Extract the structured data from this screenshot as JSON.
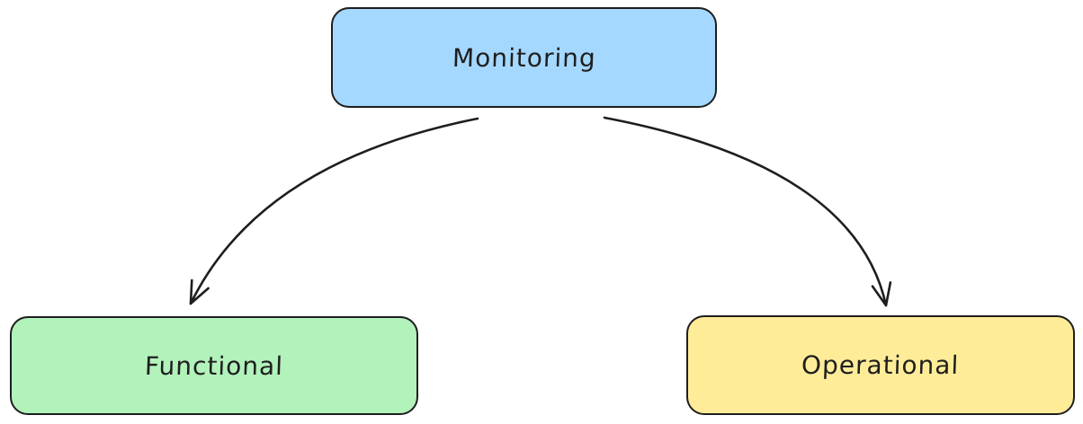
{
  "diagram": {
    "background_color": "#ffffff",
    "stroke_color": "#1e1e1e",
    "nodes": [
      {
        "id": "monitoring",
        "label": "Monitoring",
        "fill": "#a5d8ff",
        "shape": "rounded-rectangle"
      },
      {
        "id": "functional",
        "label": "Functional",
        "fill": "#b2f2bb",
        "shape": "rounded-rectangle"
      },
      {
        "id": "operational",
        "label": "Operational",
        "fill": "#ffec99",
        "shape": "rounded-rectangle"
      }
    ],
    "edges": [
      {
        "from": "Monitoring",
        "to": "Functional",
        "style": "curved-arrow"
      },
      {
        "from": "Monitoring",
        "to": "Operational",
        "style": "curved-arrow"
      }
    ]
  }
}
